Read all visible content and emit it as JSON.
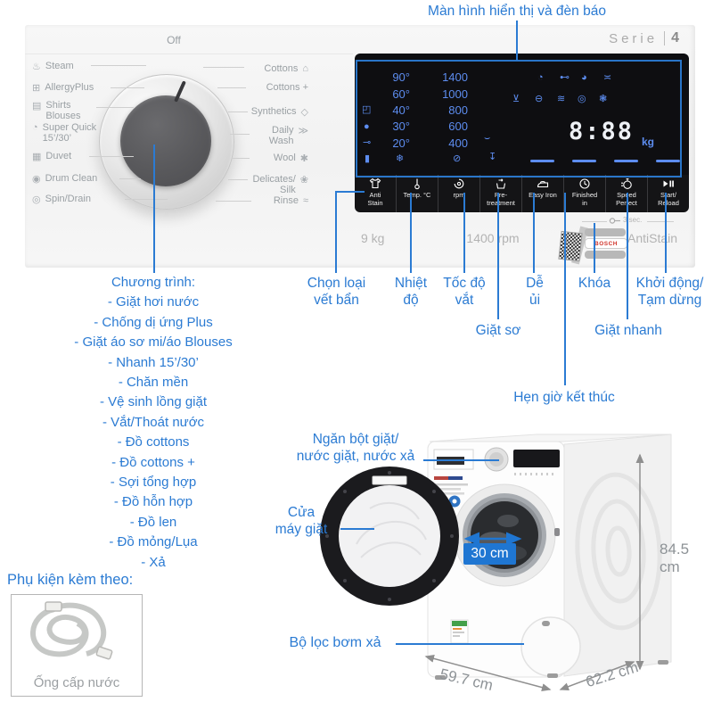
{
  "header": {
    "display_title": "Màn hình hiển thị và đèn báo",
    "series": "Serie",
    "series_number": "4"
  },
  "panel": {
    "off_label": "Off",
    "left_programs": [
      {
        "icon": "steam-icon",
        "glyph": "♨",
        "label": "Steam"
      },
      {
        "icon": "allergy-plus-icon",
        "glyph": "⊞",
        "label": "AllergyPlus"
      },
      {
        "icon": "shirts-icon",
        "glyph": "▤",
        "label": "Shirts\nBlouses"
      },
      {
        "icon": "super-quick-icon",
        "glyph": "◔",
        "label": "Super Quick\n15’/30’"
      },
      {
        "icon": "duvet-icon",
        "glyph": "▦",
        "label": "Duvet"
      },
      {
        "icon": "drum-clean-icon",
        "glyph": "◉",
        "label": "Drum Clean"
      },
      {
        "icon": "spin-drain-icon",
        "glyph": "◎",
        "label": "Spin/Drain"
      }
    ],
    "right_programs": [
      {
        "icon": "cottons-icon",
        "glyph": "⌂",
        "label": "Cottons"
      },
      {
        "icon": "",
        "glyph": "",
        "label": "Cottons +"
      },
      {
        "icon": "synthetics-icon",
        "glyph": "◇",
        "label": "Synthetics"
      },
      {
        "icon": "daily-wash-icon",
        "glyph": "≫",
        "label": "Daily\nWash"
      },
      {
        "icon": "wool-icon",
        "glyph": "✱",
        "label": "Wool"
      },
      {
        "icon": "delicates-icon",
        "glyph": "❀",
        "label": "Delicates/\nSilk"
      },
      {
        "icon": "rinse-icon",
        "glyph": "≈",
        "label": "Rinse"
      }
    ],
    "display": {
      "temps": [
        "90°",
        "60°",
        "40°",
        "30°",
        "20°"
      ],
      "temp_cold_glyph": "❄",
      "spins": [
        "1400",
        "1000",
        "800",
        "600",
        "400"
      ],
      "spin_off_glyph": "⊘",
      "side_icons": [
        "◰",
        "●",
        "⊸",
        "▮"
      ],
      "mid_icons": [
        "⌣",
        "↧"
      ],
      "status_icons_row1": [
        "◔",
        "⊷",
        "◕",
        "≍"
      ],
      "status_icons_row2": [
        "⊻",
        "⊖",
        "≋",
        "◎",
        "❃"
      ],
      "time": "8:88",
      "unit": "kg"
    },
    "buttons": [
      {
        "label": "Anti\nStain"
      },
      {
        "label": "Temp. °C"
      },
      {
        "label": "rpm"
      },
      {
        "label": "Pre-\ntreatment"
      },
      {
        "label": "Easy Iron"
      },
      {
        "label": "Finished\nin"
      },
      {
        "label": "Speed\nPerfect"
      },
      {
        "label": "Start/\nReload"
      }
    ],
    "capacity": "9 kg",
    "max_spin": "1400 rpm",
    "hold_hint": "3 sec.",
    "brand": "BOSCH",
    "feature": "AntiStain"
  },
  "callouts": {
    "anti_stain": "Chọn loại\nvết bẩn",
    "temp": "Nhiệt\nđộ",
    "rpm": "Tốc độ\nvắt",
    "pre_treatment": "Giặt sơ",
    "easy_iron": "Dễ\nủi",
    "finished_in": "Hẹn giờ kết thúc",
    "lock": "Khóa",
    "speed_perfect": "Giặt nhanh",
    "start_reload": "Khởi động/\nTạm dừng"
  },
  "programs": {
    "heading": "Chương trình:",
    "items": [
      "- Giặt hơi nước",
      "- Chống dị ứng Plus",
      "- Giặt áo sơ mi/áo Blouses",
      "- Nhanh 15’/30’",
      "- Chăn mền",
      "- Vệ sinh lồng giặt",
      "- Vắt/Thoát nước",
      "- Đồ cottons",
      "- Đồ cottons +",
      "- Sợi tổng hợp",
      "- Đồ hỗn hợp",
      "- Đồ len",
      "- Đồ mỏng/Lụa",
      "- Xả"
    ]
  },
  "accessory": {
    "heading": "Phụ kiện kèm theo:",
    "label": "Ống cấp nước"
  },
  "machine": {
    "drawer_label": "Ngăn bột giặt/\nnước giặt, nước xả",
    "door_label": "Cửa\nmáy giặt",
    "filter_label": "Bộ lọc bơm xả",
    "door_opening": "30 cm",
    "height": "84.5 cm",
    "width": "59.7 cm",
    "depth": "62.2 cm"
  },
  "colors": {
    "accent_blue": "#2b7bd3",
    "display_blue": "#5d8df0",
    "bosch_red": "#d0352c"
  }
}
